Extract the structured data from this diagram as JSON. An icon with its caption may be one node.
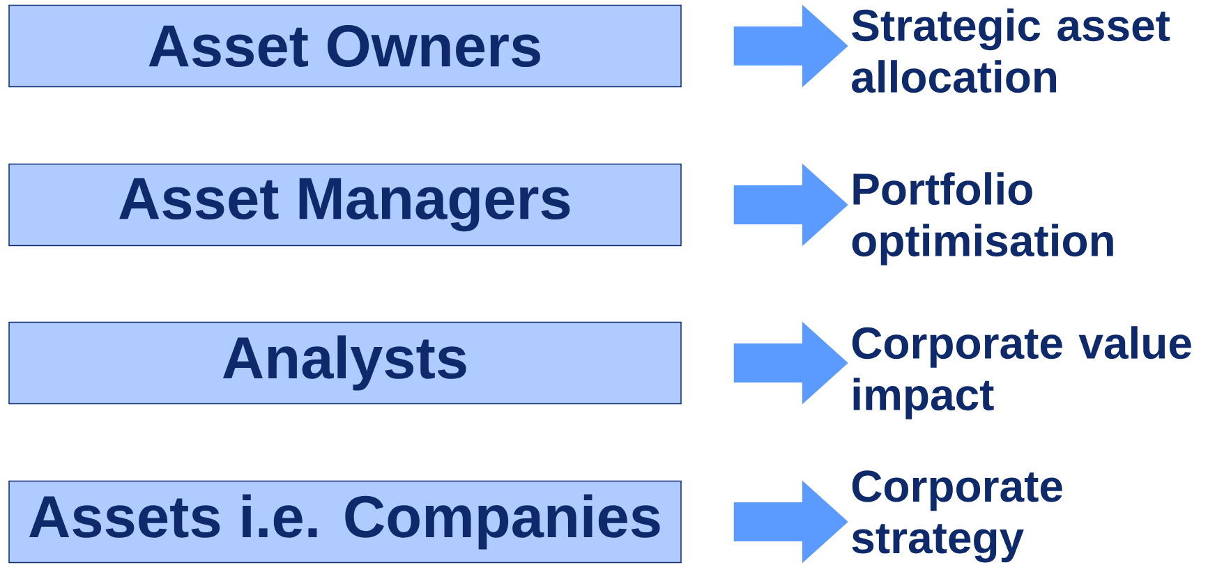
{
  "diagram": {
    "nodes": [
      {
        "text": [
          "Asset Owners"
        ]
      },
      {
        "text": [
          "Asset Managers"
        ]
      },
      {
        "text": [
          "Analysts"
        ]
      },
      {
        "text": [
          "Assets i.e. Companies"
        ]
      },
      {
        "text": [
          "Strategic asset allocation"
        ]
      },
      {
        "text": [
          "Portfolio optimisation"
        ]
      },
      {
        "text": [
          "Corporate value impact"
        ]
      },
      {
        "text": [
          "Corporate strategy"
        ]
      }
    ],
    "edges": [
      {
        "from": 0,
        "to": 4,
        "arrow": "to"
      },
      {
        "from": 1,
        "to": 5,
        "arrow": "to"
      },
      {
        "from": 2,
        "to": 6,
        "arrow": "to"
      },
      {
        "from": 3,
        "to": 7,
        "arrow": "to"
      }
    ]
  }
}
